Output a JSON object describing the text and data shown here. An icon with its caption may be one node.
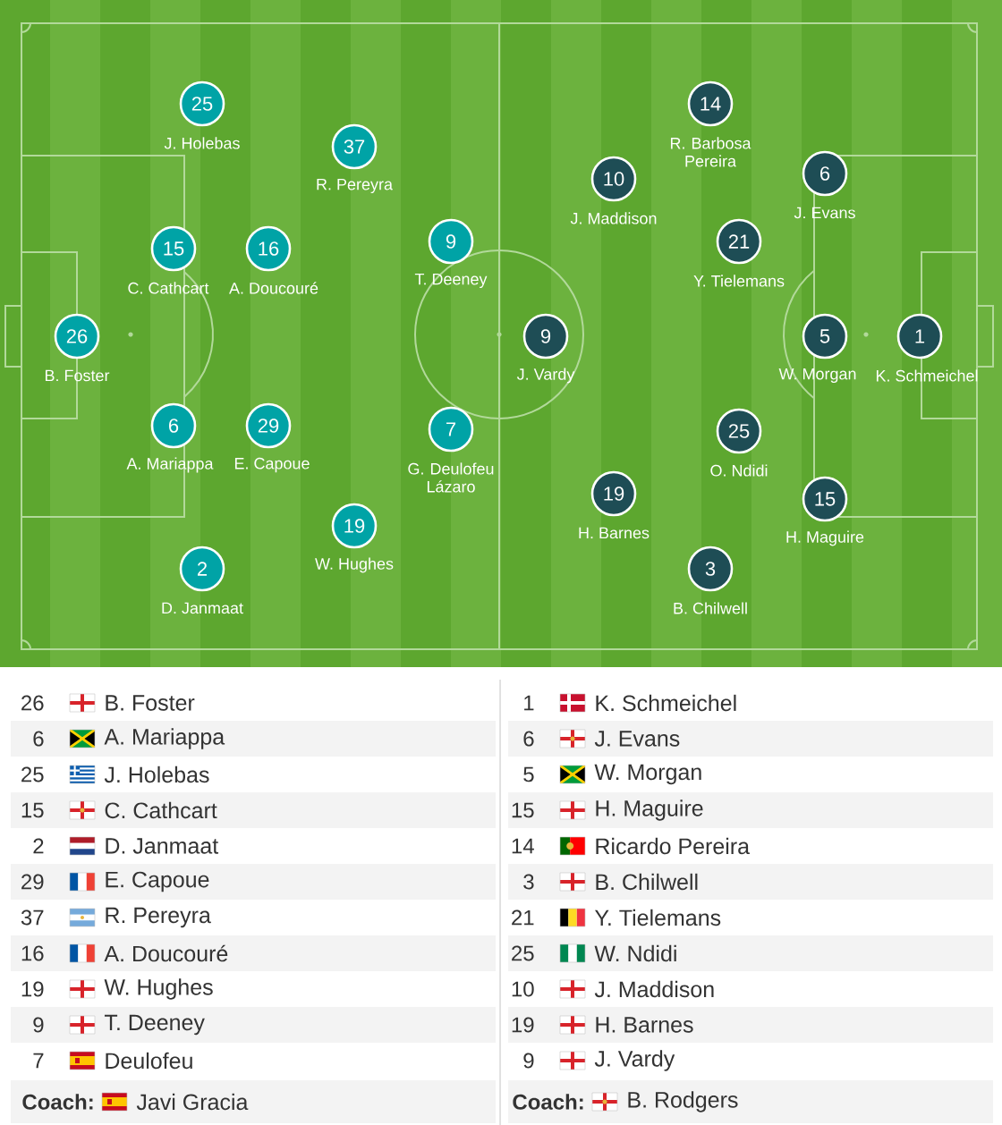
{
  "diagram": {
    "nodes": [
      {
        "text": [
          "26"
        ],
        "beside": [
          "B. Foster"
        ]
      },
      {
        "text": [
          "6"
        ],
        "beside": [
          "A. Mariappa"
        ]
      },
      {
        "text": [
          "25"
        ],
        "beside": [
          "J. Holebas"
        ]
      },
      {
        "text": [
          "15"
        ],
        "beside": [
          "C. Cathcart"
        ]
      },
      {
        "text": [
          "2"
        ],
        "beside": [
          "D. Janmaat"
        ]
      },
      {
        "text": [
          "29"
        ],
        "beside": [
          "E. Capoue"
        ]
      },
      {
        "text": [
          "37"
        ],
        "beside": [
          "R. Pereyra"
        ]
      },
      {
        "text": [
          "16"
        ],
        "beside": [
          "A. Doucouré"
        ]
      },
      {
        "text": [
          "19"
        ],
        "beside": [
          "W. Hughes"
        ]
      },
      {
        "text": [
          "9"
        ],
        "beside": [
          "T. Deeney"
        ]
      },
      {
        "text": [
          "7"
        ],
        "beside": [
          "G. Deulofeu Lázaro"
        ]
      },
      {
        "text": [
          "1"
        ],
        "beside": [
          "K. Schmeichel"
        ]
      },
      {
        "text": [
          "6"
        ],
        "beside": [
          "J. Evans"
        ]
      },
      {
        "text": [
          "5"
        ],
        "beside": [
          "W. Morgan"
        ]
      },
      {
        "text": [
          "15"
        ],
        "beside": [
          "H. Maguire"
        ]
      },
      {
        "text": [
          "14"
        ],
        "beside": [
          "R. Barbosa Pereira"
        ]
      },
      {
        "text": [
          "3"
        ],
        "beside": [
          "B. Chilwell"
        ]
      },
      {
        "text": [
          "21"
        ],
        "beside": [
          "Y. Tielemans"
        ]
      },
      {
        "text": [
          "25"
        ],
        "beside": [
          "O. Ndidi"
        ]
      },
      {
        "text": [
          "10"
        ],
        "beside": [
          "J. Maddison"
        ]
      },
      {
        "text": [
          "19"
        ],
        "beside": [
          "H. Barnes"
        ]
      },
      {
        "text": [
          "9"
        ],
        "beside": [
          "J. Vardy"
        ]
      }
    ],
    "labels": [
      "26",
      "B. Foster",
      "6",
      "A. Mariappa",
      "25",
      "J. Holebas",
      "15",
      "C. Cathcart",
      "2",
      "D. Janmaat",
      "29",
      "E. Capoue",
      "37",
      "R. Pereyra",
      "16",
      "A. Doucouré",
      "19",
      "W. Hughes",
      "9",
      "T. Deeney",
      "7",
      "Deulofeu",
      "Coach:",
      "Javi Gracia",
      "1",
      "K. Schmeichel",
      "6",
      "J. Evans",
      "5",
      "W. Morgan",
      "15",
      "H. Maguire",
      "14",
      "Ricardo Pereira",
      "3",
      "B. Chilwell",
      "21",
      "Y. Tielemans",
      "25",
      "W. Ndidi",
      "10",
      "J. Maddison",
      "19",
      "H. Barnes",
      "9",
      "J. Vardy",
      "Coach:",
      "B. Rodgers"
    ]
  }
}
